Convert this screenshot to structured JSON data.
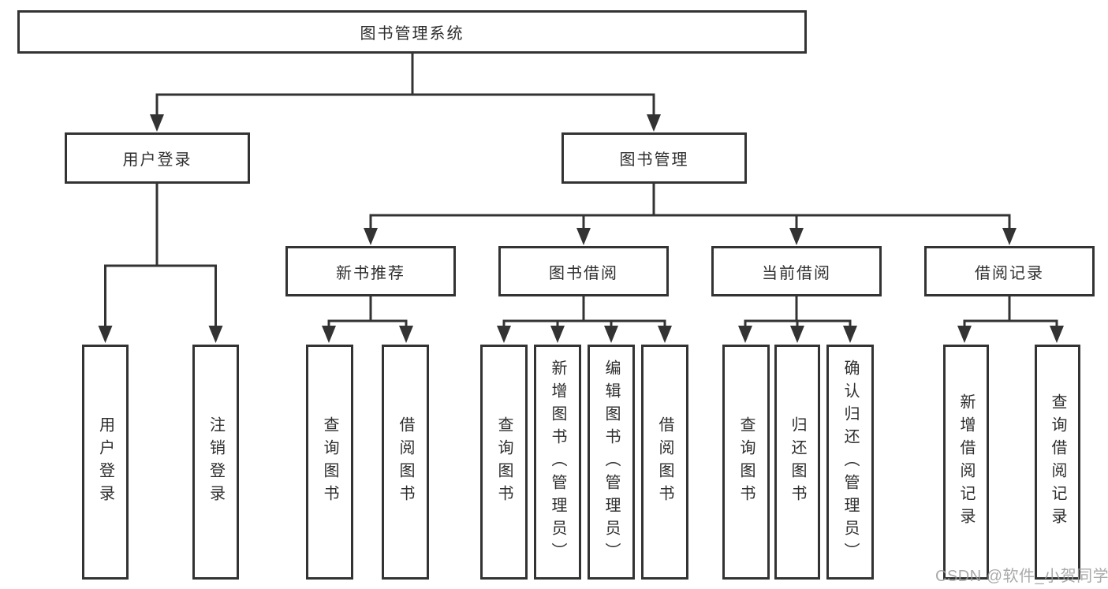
{
  "diagram": {
    "root": {
      "label": "图书管理系统"
    },
    "level1": [
      {
        "label": "用户登录"
      },
      {
        "label": "图书管理"
      }
    ],
    "level2": [
      {
        "label": "新书推荐"
      },
      {
        "label": "图书借阅"
      },
      {
        "label": "当前借阅"
      },
      {
        "label": "借阅记录"
      }
    ],
    "leaves": {
      "user_login": [
        "用户登录",
        "注销登录"
      ],
      "new_book": [
        "查询图书",
        "借阅图书"
      ],
      "book_borrow": [
        "查询图书",
        "新增图书（管理员）",
        "编辑图书（管理员）",
        "借阅图书"
      ],
      "current_borrow": [
        "查询图书",
        "归还图书",
        "确认归还（管理员）"
      ],
      "borrow_record": [
        "新增借阅记录",
        "查询借阅记录"
      ]
    }
  },
  "watermark": "CSDN @软件_小贺同学",
  "colors": {
    "line": "#333333",
    "text": "#2e2e2e",
    "box_background": "#ffffff",
    "watermark": "#9b9b9b",
    "background": "#ffffff"
  }
}
